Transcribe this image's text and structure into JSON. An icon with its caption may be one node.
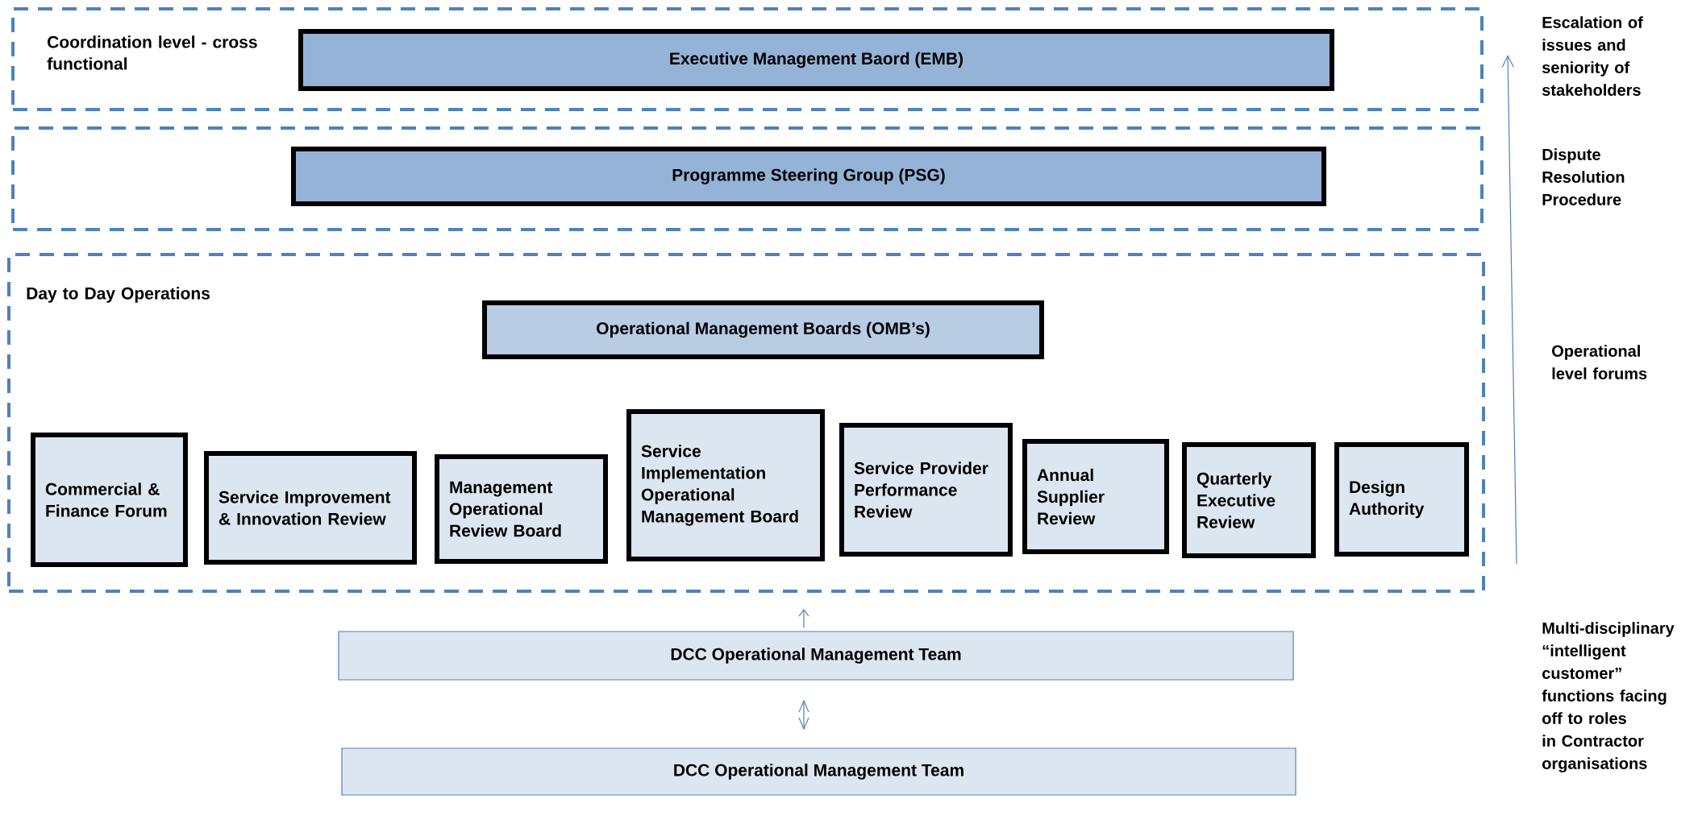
{
  "diagram": {
    "nodes": [
      {
        "text": [
          "Coordination level - cross functional"
        ]
      },
      {
        "text": [
          "Executive Management Baord (EMB)"
        ],
        "in": 0
      },
      {
        "text": [],
        "shape": "box"
      },
      {
        "text": [
          "Programme Steering Group (PSG)"
        ],
        "in": 2
      },
      {
        "text": [
          "Day to Day Operations"
        ]
      },
      {
        "text": [
          "Operational Management Boards (OMB’s)"
        ],
        "in": 4
      },
      {
        "text": [
          "Commercial & Finance Forum"
        ],
        "in": 4
      },
      {
        "text": [
          "Service Improvement & Innovation Review"
        ],
        "in": 4
      },
      {
        "text": [
          "Management Operational Review Board"
        ],
        "in": 4
      },
      {
        "text": [
          "Service Implementation Operational Management Board"
        ],
        "in": 4
      },
      {
        "text": [
          "Service Provider Performance Review"
        ],
        "in": 4
      },
      {
        "text": [
          "Annual Supplier Review"
        ],
        "in": 4
      },
      {
        "text": [
          "Quarterly Executive Review"
        ],
        "in": 4
      },
      {
        "text": [
          "Design Authority"
        ],
        "in": 4
      },
      {
        "text": [
          "DCC Operational Management Team"
        ]
      },
      {
        "text": [
          "DCC Operational Management Team"
        ]
      }
    ],
    "edges": [
      {
        "from": 14,
        "to": 4,
        "arrow": "to"
      },
      {
        "from": 14,
        "to": 15,
        "arrow": "both"
      }
    ],
    "labels": [
      "Escalation of issues and seniority of stakeholders",
      "Dispute Resolution Procedure",
      "Operational level forums",
      "Multi-disciplinary “intelligent customer” functions facing off to roles in Contractor organisations"
    ]
  }
}
